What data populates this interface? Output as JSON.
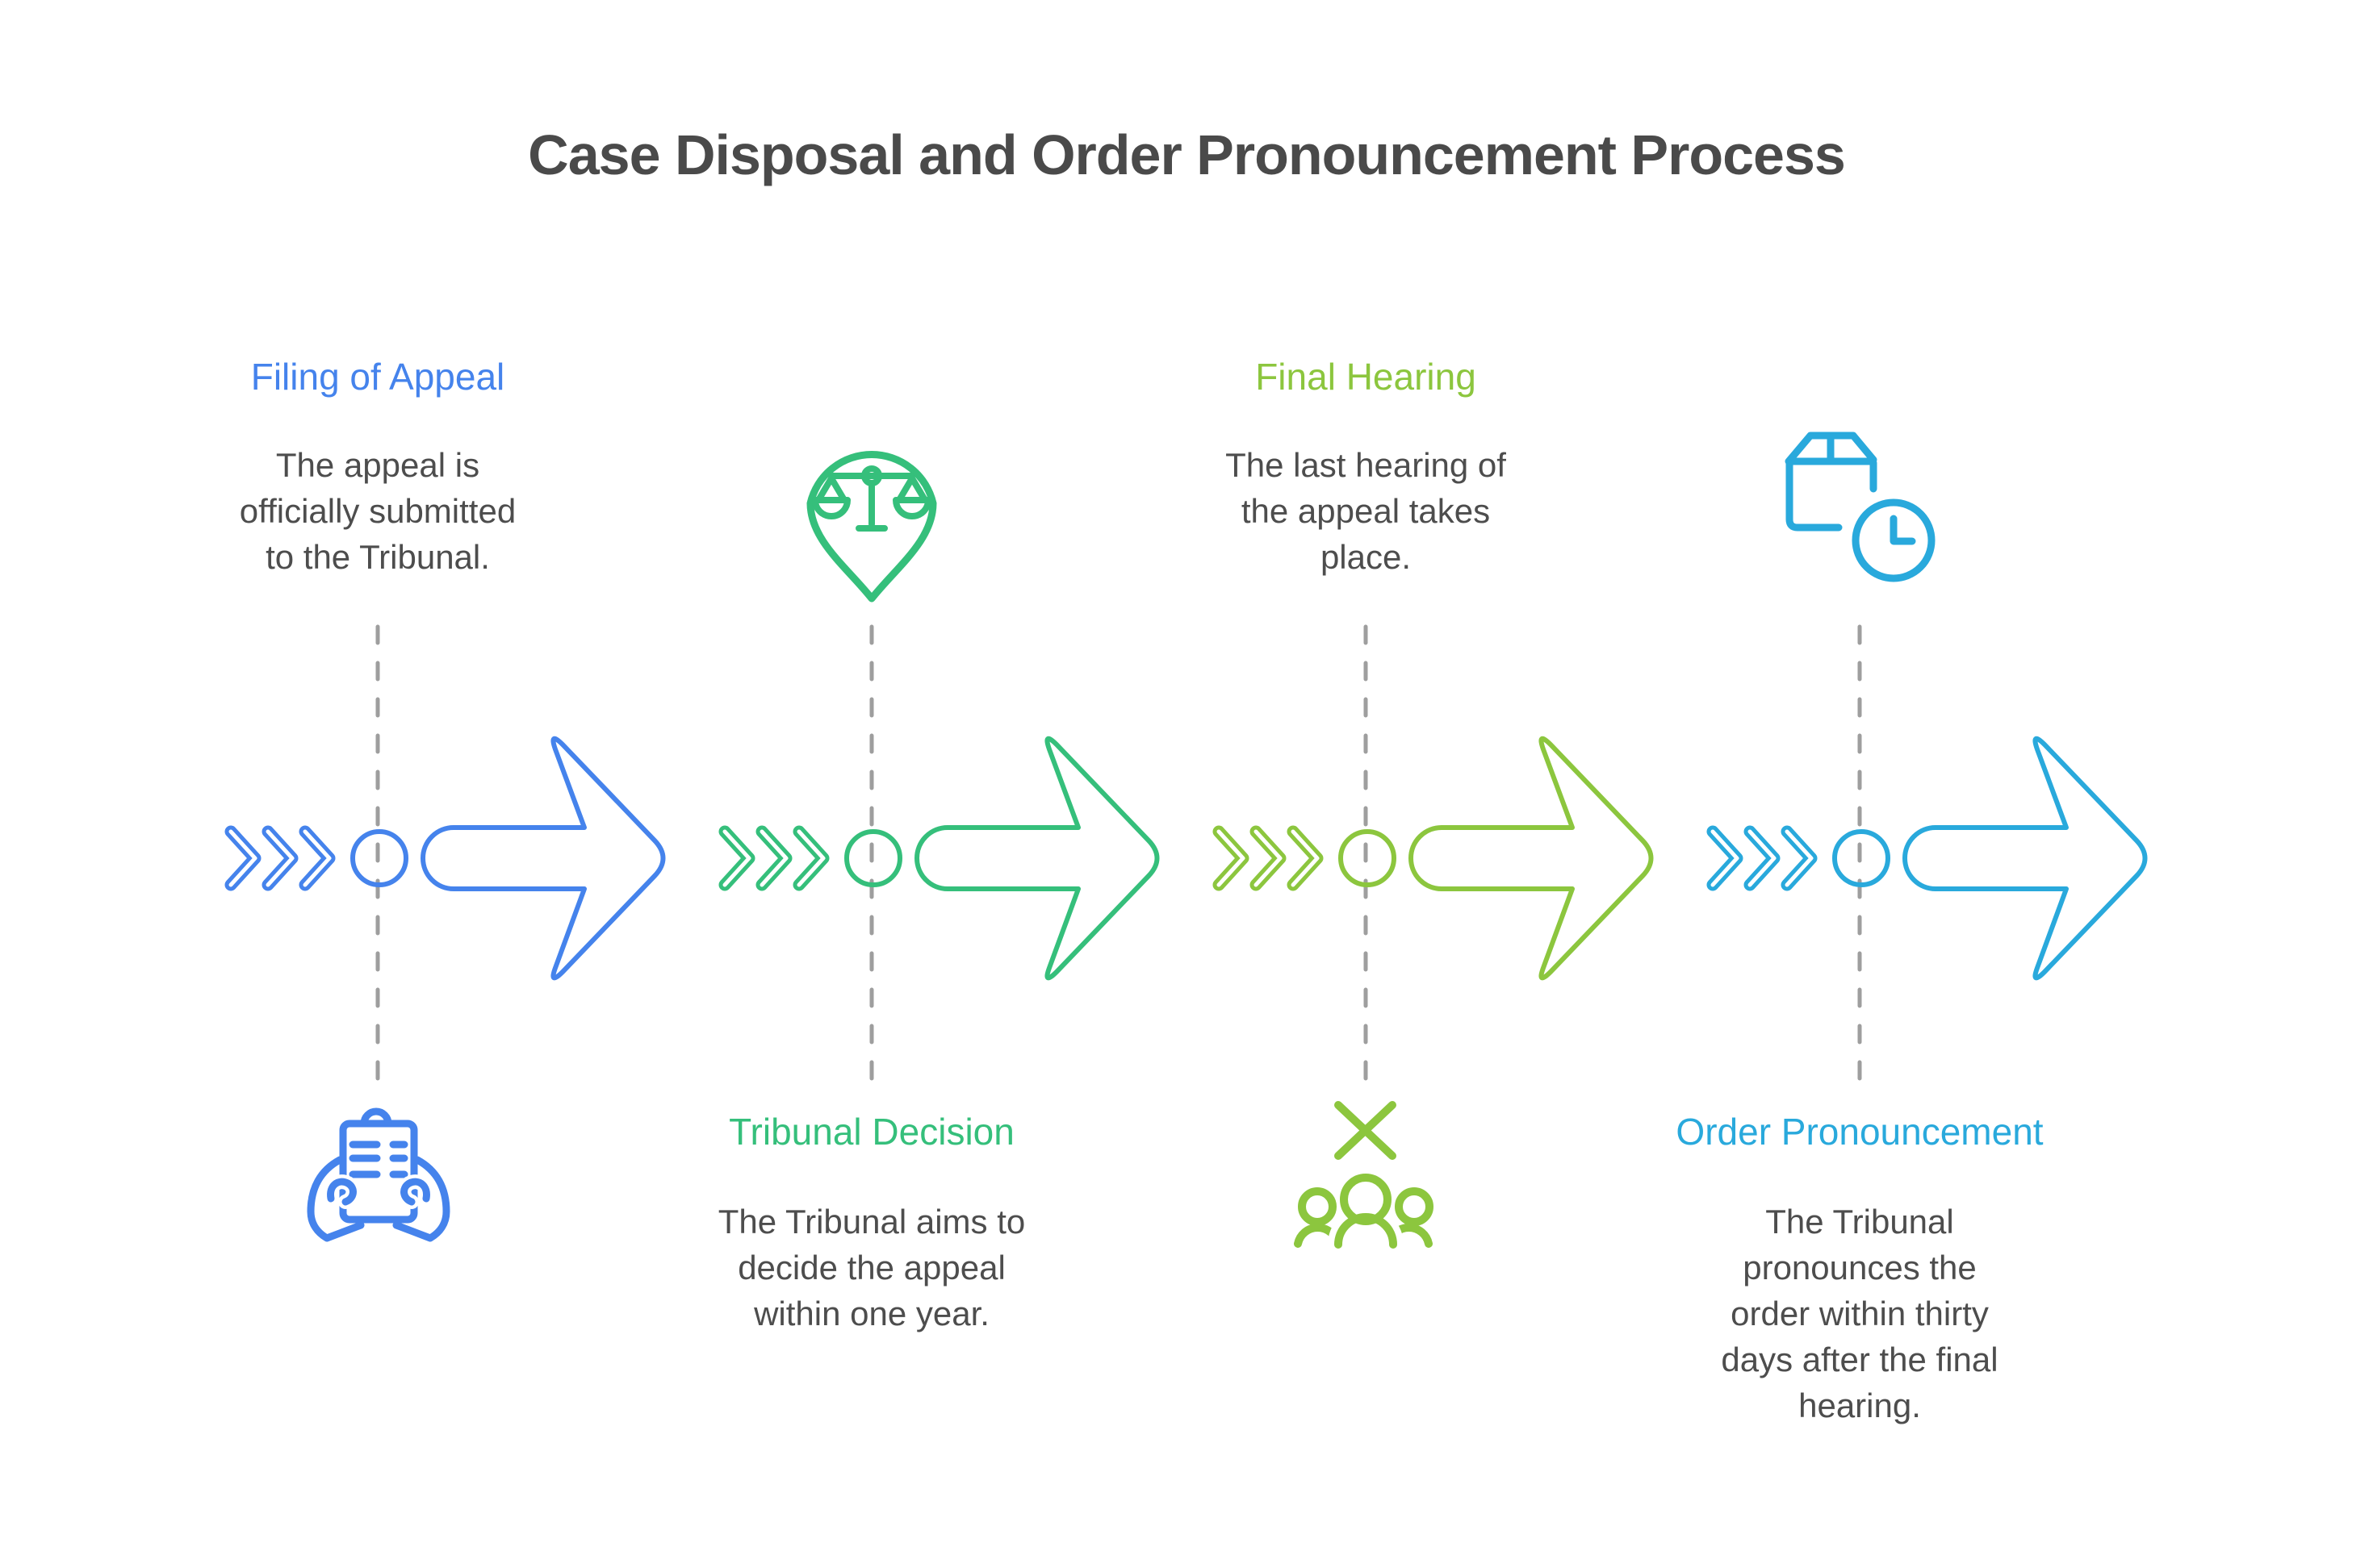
{
  "title": "Case Disposal and Order Pronouncement Process",
  "colors": {
    "title_gray": "#4a4a4a",
    "body_gray": "#4d4d4d",
    "dash_gray": "#9e9e9e",
    "stage1_blue": "#4583EC",
    "stage2_green": "#35BF7B",
    "stage3_lime": "#8CC63E",
    "stage4_cyan": "#29A9DC"
  },
  "stages": [
    {
      "label": "Filing of Appeal",
      "description": "The appeal is\nofficially submitted\nto the Tribunal.",
      "icon": "hands-holding-appeal-document",
      "color": "#4583EC"
    },
    {
      "label": "Tribunal Decision",
      "description": "The Tribunal aims to\ndecide the appeal\nwithin one year.",
      "icon": "scales-of-justice-pin",
      "color": "#35BF7B"
    },
    {
      "label": "Final Hearing",
      "description": "The last hearing of\nthe appeal takes\nplace.",
      "icon": "people-group-with-x",
      "color": "#8CC63E"
    },
    {
      "label": "Order Pronouncement",
      "description": "The Tribunal\npronounces the\norder within thirty\ndays after the final\nhearing.",
      "icon": "package-box-with-clock",
      "color": "#29A9DC"
    }
  ]
}
